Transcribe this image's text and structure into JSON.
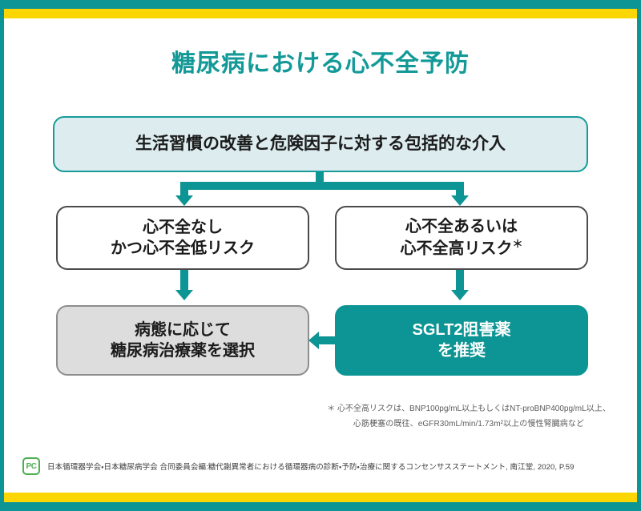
{
  "slide": {
    "title": "糖尿病における心不全予防",
    "accent_teal": "#0d9494",
    "accent_yellow": "#fcd602",
    "title_color": "#139a98",
    "light_panel": "#dcecef",
    "gray_panel": "#dddddd"
  },
  "flow": {
    "intervention": {
      "label": "生活習慣の改善と危険因子に対する包括的な介入"
    },
    "branch_left": {
      "line1": "心不全なし",
      "line2": "かつ心不全低リスク"
    },
    "branch_right": {
      "line1": "心不全あるいは",
      "line2": "心不全高リスク",
      "marker": "＊"
    },
    "outcome_left": {
      "line1": "病態に応じて",
      "line2": "糖尿病治療薬を選択"
    },
    "outcome_right": {
      "line1": "SGLT2阻害薬",
      "line2": "を推奨"
    }
  },
  "footnote": {
    "line1": "＊ 心不全高リスクは、BNP100pg/mL以上もしくはNT-proBNP400pg/mL以上、",
    "line2": "心筋梗塞の既往、eGFR30mL/min/1.73m²以上の慢性腎臓病など"
  },
  "footer": {
    "logo_text": "PC",
    "source": "日本循環器学会・日本糖尿病学会 合同委員会編:糖代謝異常者における循環器病の診断・予防・治療に関するコンセンサスステートメント, 南江堂, 2020, P.59"
  }
}
